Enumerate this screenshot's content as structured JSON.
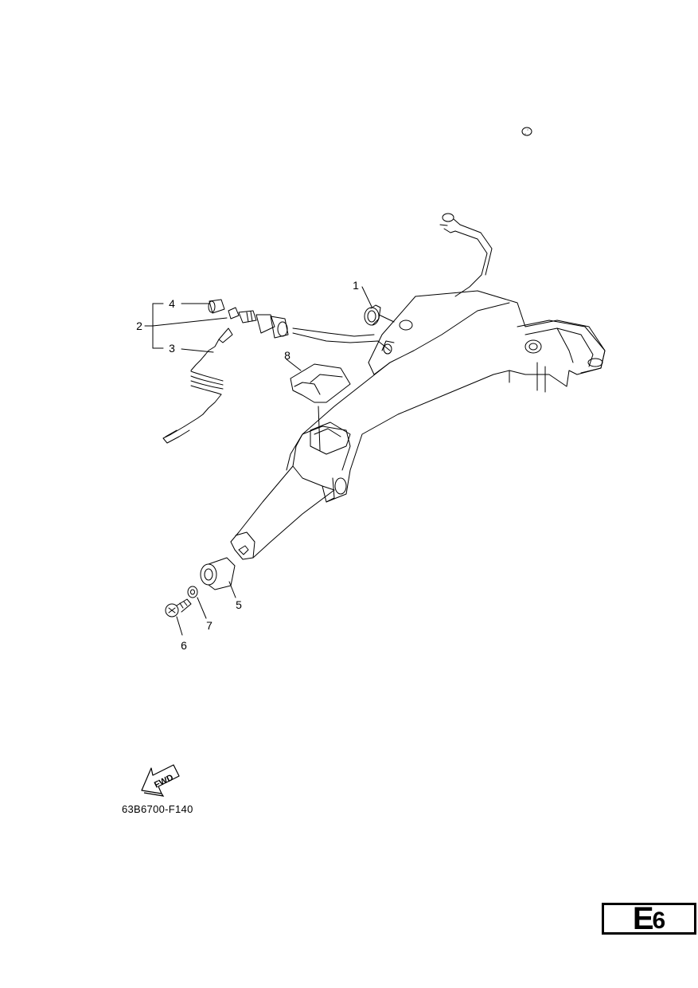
{
  "callouts": {
    "c1": "1",
    "c2": "2",
    "c3": "3",
    "c4": "4",
    "c5": "5",
    "c6": "6",
    "c7": "7",
    "c8": "8"
  },
  "fwd_label": "FWD",
  "figure_code": "63B6700-F140",
  "section": {
    "letter": "E",
    "number": "6"
  }
}
